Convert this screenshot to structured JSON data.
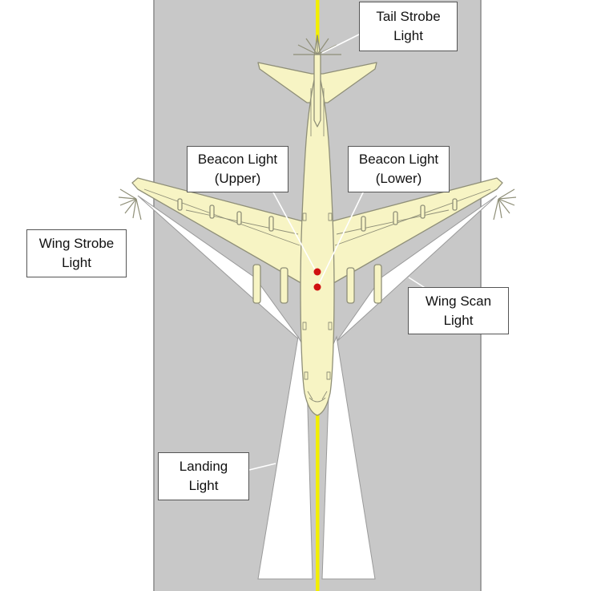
{
  "colors": {
    "runway": "#c8c8c8",
    "runway_edge": "#8a8a8a",
    "centerline": "#f2ee00",
    "airframe_fill": "#f7f4c4",
    "airframe_stroke": "#8f8f78",
    "beam_fill": "#ffffff",
    "beam_stroke": "#9a9a9a",
    "beacon_light": "#d01010",
    "leader_line": "#ffffff"
  },
  "icons": {
    "airplane": "airplane-top-view",
    "strobe_light": "starburst-rays",
    "beacon_light": "red-dot"
  },
  "labels": {
    "tail_strobe": {
      "line1": "Tail Strobe",
      "line2": "Light"
    },
    "beacon_upper": {
      "line1": "Beacon Light",
      "line2": "(Upper)"
    },
    "beacon_lower": {
      "line1": "Beacon Light",
      "line2": "(Lower)"
    },
    "wing_strobe": {
      "line1": "Wing Strobe",
      "line2": "Light"
    },
    "wing_scan": {
      "line1": "Wing Scan",
      "line2": "Light"
    },
    "landing": {
      "line1": "Landing",
      "line2": "Light"
    }
  }
}
